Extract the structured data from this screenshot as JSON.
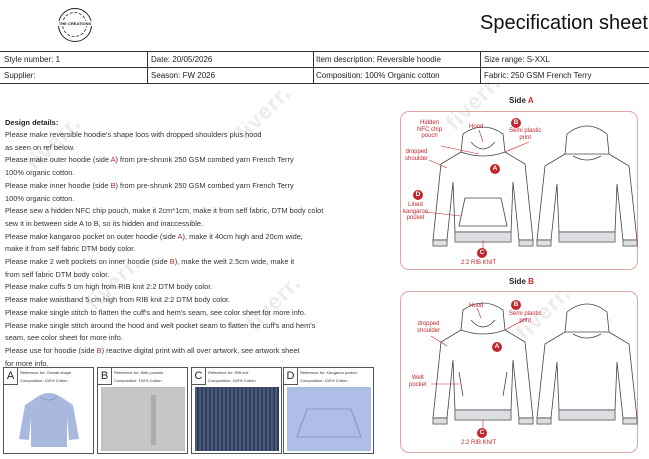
{
  "header": {
    "logo_text": "THE CREATIONS",
    "title": "Specification sheet"
  },
  "info_table": {
    "style_number": "Style number: 1",
    "date": "Date: 20/05/2026",
    "item_description": "Item description: Reversible hoodie",
    "size_range": "Size range: S-XXL",
    "supplier": "Supplier:",
    "season": "Season: FW 2026",
    "composition": "Composition: 100% Organic cotton",
    "fabric": "Fabric: 250 GSM French Terry"
  },
  "details": {
    "heading": "Design details:",
    "lines": [
      {
        "pre": "Please make reversible hoodie's shape loos with dropped shoulders plus hood",
        "hl": "",
        "post": ""
      },
      {
        "pre": "as seen on ref below.",
        "hl": "",
        "post": ""
      },
      {
        "pre": "Please make outer hoodie (side ",
        "hl": "A",
        "post": ") from pre-shrunk 250 GSM combed yarn French Terry"
      },
      {
        "pre": "100% organic cotton.",
        "hl": "",
        "post": ""
      },
      {
        "pre": "Please make inner hoodie (side ",
        "hl": "B",
        "post": ") from pre-shrunk 250 GSM combed yarn French Terry"
      },
      {
        "pre": "100% organic cotton.",
        "hl": "",
        "post": ""
      },
      {
        "pre": "Please sew a hidden NFC chip pouch, make it 2cm*1cm, make it from self fabric, DTM body colot",
        "hl": "",
        "post": ""
      },
      {
        "pre": "sew it in between side A to B, so its hidden and inaccessible.",
        "hl": "",
        "post": ""
      },
      {
        "pre": "Please make kangaroo pocket on outer hoodie (side ",
        "hl": "A",
        "post": "), make it 40cm high and 20cm wide,"
      },
      {
        "pre": "make it from self fabric DTM body color.",
        "hl": "",
        "post": ""
      },
      {
        "pre": "Please make 2 welt pockets on inner hoodie (side ",
        "hl": "B",
        "post": "), make the welt 2.5cm wide, make it"
      },
      {
        "pre": "from self fabric DTM body color.",
        "hl": "",
        "post": ""
      },
      {
        "pre": "Please make cuffs 5 cm high from RIB knit 2:2 DTM body color.",
        "hl": "",
        "post": ""
      },
      {
        "pre": "Please make waistband 5 cm high from RIB knit 2:2 DTM body color.",
        "hl": "",
        "post": ""
      },
      {
        "pre": "Please make single stitch to flatten the cuff's and hem's seam, see color sheet for more info.",
        "hl": "",
        "post": ""
      },
      {
        "pre": "Please make single stitch around the hood and welt pocket seam to flatten the cuff's and hem's",
        "hl": "",
        "post": ""
      },
      {
        "pre": "seam, see color sheet for more info.",
        "hl": "",
        "post": ""
      },
      {
        "pre": "Please use for hoodie (side ",
        "hl": "B",
        "post": ") reactive digital print with all over artwork, see artwork sheet"
      },
      {
        "pre": "for more info.",
        "hl": "",
        "post": ""
      }
    ]
  },
  "references": [
    {
      "letter": "A",
      "ref": "Reference for: Overall shape",
      "comp": "Composition: 100% Cotton"
    },
    {
      "letter": "B",
      "ref": "Reference for: Welt pockets",
      "comp": "Composition: 100% Cotton"
    },
    {
      "letter": "C",
      "ref": "Reference for: RIB knit",
      "comp": "Composition: 100% Cotton"
    },
    {
      "letter": "D",
      "ref": "Reference for: Kangaroo pocket",
      "comp": "Composition: 100% Cotton"
    }
  ],
  "side_a": {
    "label": "Side ",
    "letter": "A",
    "annotations": {
      "hidden_nfc": "Hidden\nNFC chip\npouch",
      "hood": "Hood",
      "semi_plastic": "Semi plastic\nprint",
      "dropped_shoulder": "dropped\nshoulder",
      "lined_kangaroo": "Lined\nkangaroo\npocket",
      "rib_knit": "2:2 RIB KNIT"
    },
    "markers": {
      "b": "B",
      "a": "A",
      "d": "D",
      "c": "C"
    }
  },
  "side_b": {
    "label": "Side ",
    "letter": "B",
    "annotations": {
      "hood": "Hood",
      "semi_plastic": "Semi plastic\nprint",
      "dropped_shoulder": "dropped\nshoulder",
      "welt_pocket": "Welt\npocket",
      "rib_knit": "2:2 RIB KNIT"
    },
    "markers": {
      "b": "B",
      "a": "A",
      "c": "C"
    }
  },
  "watermark": "fiverr.",
  "colors": {
    "accent": "#c1272d",
    "ref_a": "#a9b8df",
    "ref_c": "#3a4a6a",
    "ref_d": "#aebee6"
  }
}
